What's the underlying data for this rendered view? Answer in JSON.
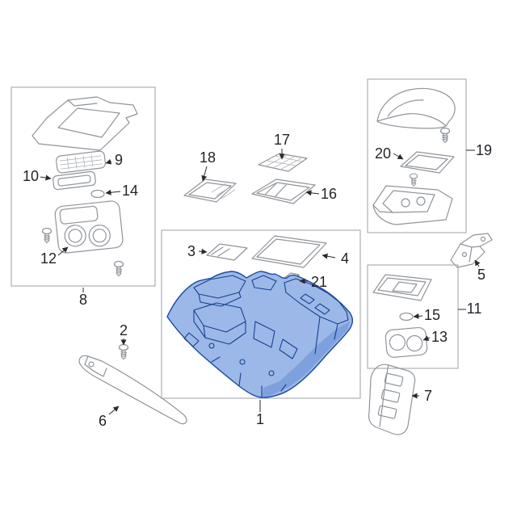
{
  "figure": {
    "kind": "exploded-parts-diagram",
    "background": "#ffffff",
    "line_color": "#8f949a",
    "box_border_color": "#9aa0a6",
    "leader_color": "#2a2a2a",
    "highlight_stroke": "#1b4aa6",
    "highlight_fill": "#9cb8e8",
    "label_color": "#1f2328"
  },
  "callouts": {
    "c1": "1",
    "c2": "2",
    "c3": "3",
    "c4": "4",
    "c5": "5",
    "c6": "6",
    "c7": "7",
    "c8": "8",
    "c9": "9",
    "c10": "10",
    "c11": "11",
    "c12": "12",
    "c13": "13",
    "c14": "14",
    "c15": "15",
    "c16": "16",
    "c17": "17",
    "c18": "18",
    "c19": "19",
    "c20": "20",
    "c21": "21"
  }
}
